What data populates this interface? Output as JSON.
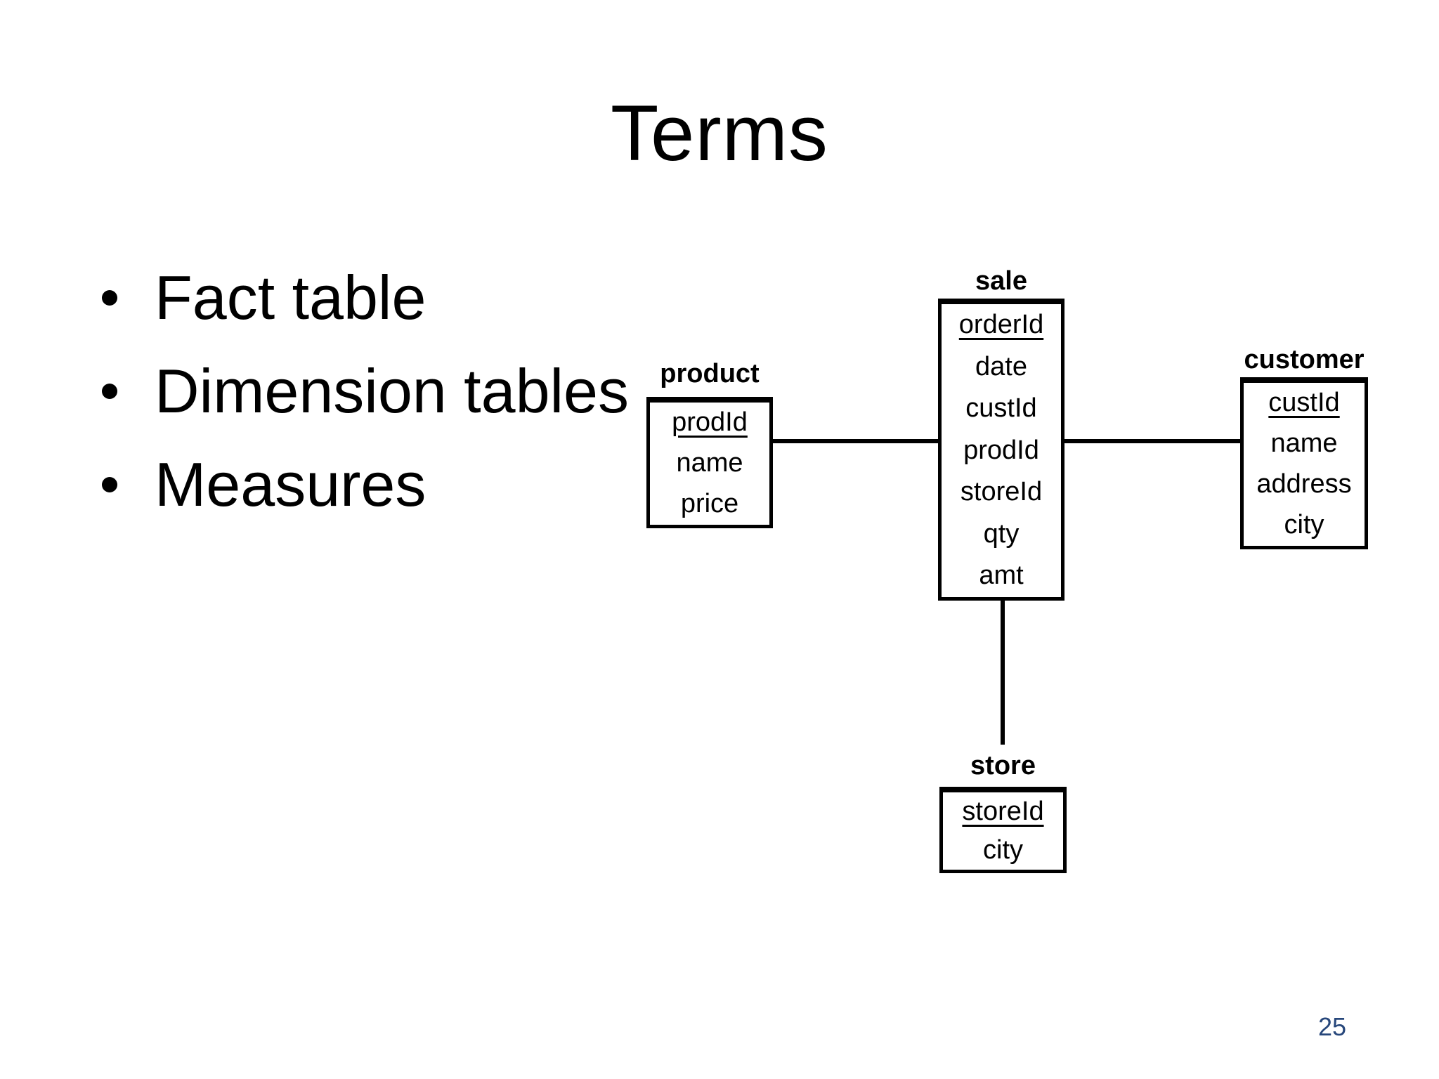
{
  "slide": {
    "title": "Terms",
    "bullets": [
      {
        "text": "Fact table"
      },
      {
        "text": "Dimension tables"
      },
      {
        "text": "Measures"
      }
    ],
    "page_number": "25"
  },
  "diagram": {
    "tables": [
      {
        "title": "product",
        "fields": [
          {
            "name": "prodId",
            "pk": true
          },
          {
            "name": "name",
            "pk": false
          },
          {
            "name": "price",
            "pk": false
          }
        ]
      },
      {
        "title": "sale",
        "fields": [
          {
            "name": "orderId",
            "pk": true
          },
          {
            "name": "date",
            "pk": false
          },
          {
            "name": "custId",
            "pk": false
          },
          {
            "name": "prodId",
            "pk": false
          },
          {
            "name": "storeId",
            "pk": false
          },
          {
            "name": "qty",
            "pk": false
          },
          {
            "name": "amt",
            "pk": false
          }
        ]
      },
      {
        "title": "customer",
        "fields": [
          {
            "name": "custId",
            "pk": true
          },
          {
            "name": "name",
            "pk": false
          },
          {
            "name": "address",
            "pk": false
          },
          {
            "name": "city",
            "pk": false
          }
        ]
      },
      {
        "title": "store",
        "fields": [
          {
            "name": "storeId",
            "pk": true
          },
          {
            "name": "city",
            "pk": false
          }
        ]
      }
    ],
    "relationships": [
      {
        "from": "product",
        "to": "sale"
      },
      {
        "from": "sale",
        "to": "customer"
      },
      {
        "from": "sale",
        "to": "store"
      }
    ]
  },
  "colors": {
    "background": "#FFFFFF",
    "text": "#000000",
    "page_number": "#27477B"
  }
}
